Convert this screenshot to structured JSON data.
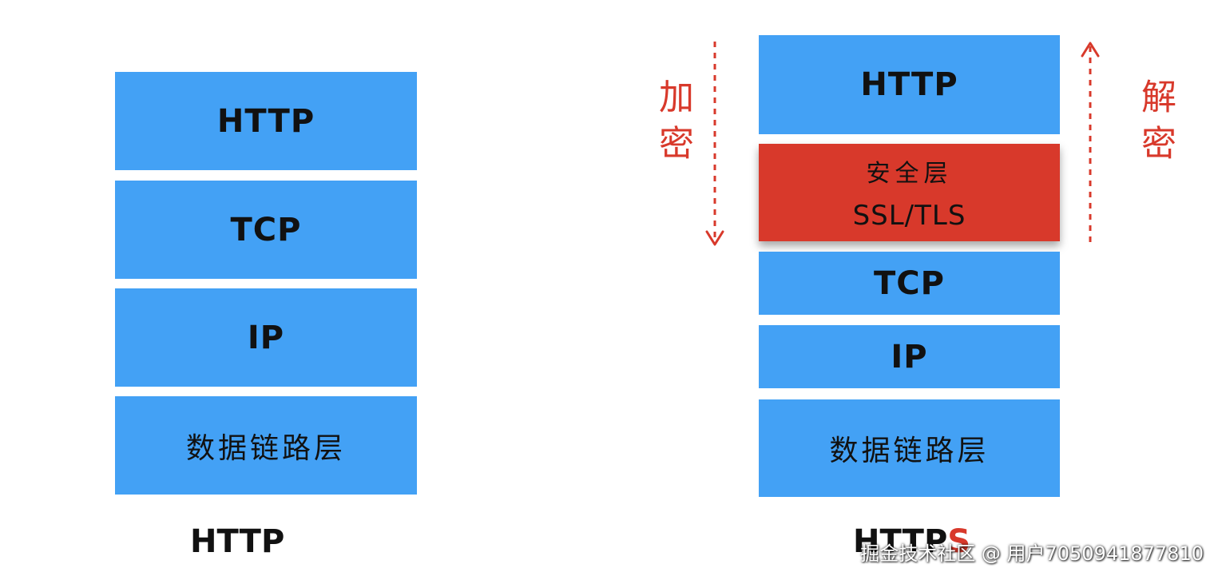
{
  "left_stack": {
    "layers": [
      "HTTP",
      "TCP",
      "IP",
      "数据链路层"
    ],
    "caption": "HTTP"
  },
  "right_stack": {
    "layers": {
      "http": "HTTP",
      "security_title": "安全层",
      "security_protocol": "SSL/TLS",
      "tcp": "TCP",
      "ip": "IP",
      "link": "数据链路层"
    },
    "caption_main": "HTTP",
    "caption_accent": "S"
  },
  "annotations": {
    "encrypt": "加密",
    "decrypt": "解密"
  },
  "watermark": "掘金技术社区 @ 用户7050941877810",
  "colors": {
    "layer_blue": "#43a1f5",
    "security_red": "#d8392b",
    "text_dark": "#111111"
  }
}
